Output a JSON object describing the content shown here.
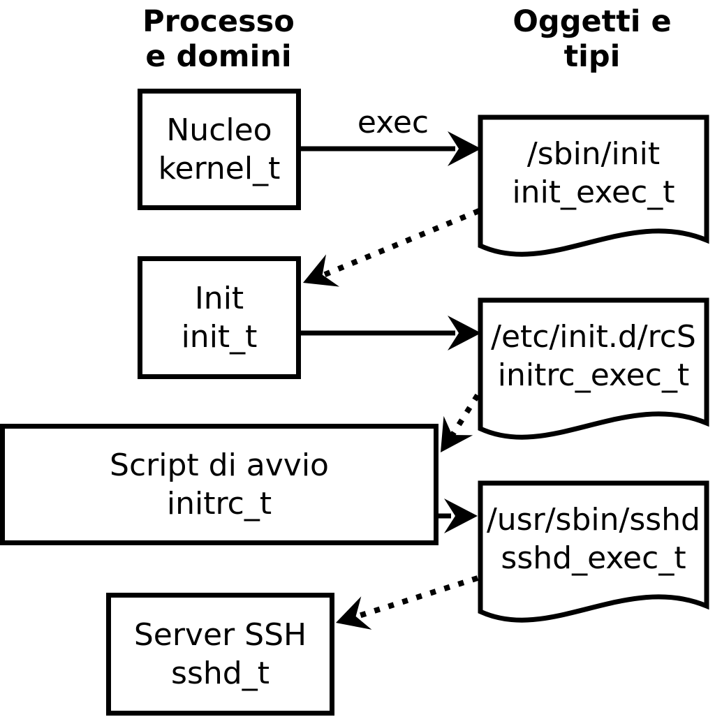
{
  "colors": {
    "ink": "#000000",
    "paper": "#ffffff"
  },
  "columns": {
    "left": {
      "title_line1": "Processo",
      "title_line2": "e domini"
    },
    "right": {
      "title_line1": "Oggetti e",
      "title_line2": "tipi"
    }
  },
  "processes": [
    {
      "id": "kernel",
      "line1": "Nucleo",
      "line2": "kernel_t"
    },
    {
      "id": "init",
      "line1": "Init",
      "line2": "init_t"
    },
    {
      "id": "initrc",
      "line1": "Script di avvio",
      "line2": "initrc_t"
    },
    {
      "id": "sshd",
      "line1": "Server SSH",
      "line2": "sshd_t"
    }
  ],
  "objects": [
    {
      "id": "init_exec",
      "line1": "/sbin/init",
      "line2": "init_exec_t"
    },
    {
      "id": "initrc_exec",
      "line1": "/etc/init.d/rcS",
      "line2": "initrc_exec_t"
    },
    {
      "id": "sshd_exec",
      "line1": "/usr/sbin/sshd",
      "line2": "sshd_exec_t"
    }
  ],
  "edges": [
    {
      "from": "Nucleo kernel_t",
      "to": "/sbin/init init_exec_t",
      "style": "solid",
      "label": "exec"
    },
    {
      "from": "/sbin/init init_exec_t",
      "to": "Init init_t",
      "style": "dotted",
      "label": ""
    },
    {
      "from": "Init init_t",
      "to": "/etc/init.d/rcS initrc_exec_t",
      "style": "solid",
      "label": ""
    },
    {
      "from": "/etc/init.d/rcS initrc_exec_t",
      "to": "Script di avvio initrc_t",
      "style": "dotted",
      "label": ""
    },
    {
      "from": "Script di avvio initrc_t",
      "to": "/usr/sbin/sshd sshd_exec_t",
      "style": "solid",
      "label": ""
    },
    {
      "from": "/usr/sbin/sshd sshd_exec_t",
      "to": "Server SSH sshd_t",
      "style": "dotted",
      "label": ""
    }
  ]
}
